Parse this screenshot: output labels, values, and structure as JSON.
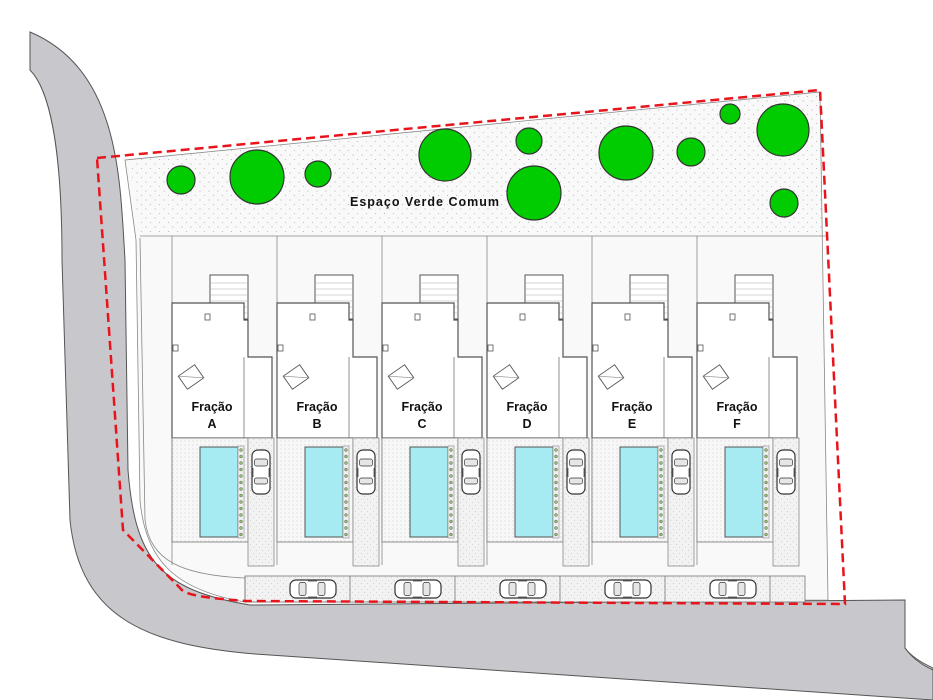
{
  "common_area": {
    "label": "Espaço Verde Comum"
  },
  "units": [
    {
      "word": "Fração",
      "letter": "A"
    },
    {
      "word": "Fração",
      "letter": "B"
    },
    {
      "word": "Fração",
      "letter": "C"
    },
    {
      "word": "Fração",
      "letter": "D"
    },
    {
      "word": "Fração",
      "letter": "E"
    },
    {
      "word": "Fração",
      "letter": "F"
    }
  ],
  "colors": {
    "road": "#c8c8cc",
    "boundary": "#e8141c",
    "tree": "#00cc00",
    "pool": "#a6eaf2",
    "lines": "#555555"
  }
}
